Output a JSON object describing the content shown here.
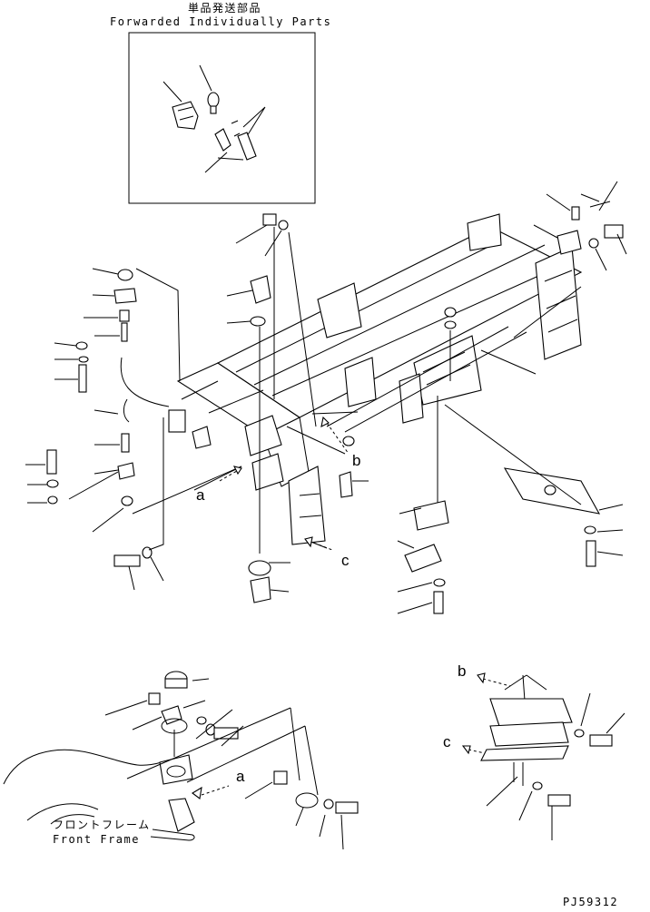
{
  "header": {
    "title_jp": "単品発送部品",
    "title_en": "Forwarded Individually Parts"
  },
  "callouts": {
    "a_main": "a",
    "b_main": "b",
    "c_main": "c",
    "a_detail": "a",
    "b_detail": "b",
    "c_detail": "c"
  },
  "frame_label": {
    "jp": "フロントフレーム",
    "en": "Front Frame"
  },
  "drawing_number": "PJ59312",
  "colors": {
    "line": "#000000",
    "background": "#ffffff"
  }
}
